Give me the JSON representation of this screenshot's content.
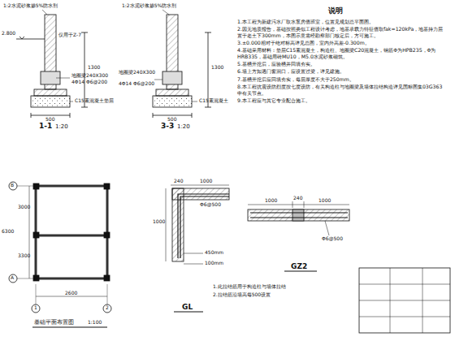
{
  "diagram": {
    "labels": [
      "1:2水泥砂浆掺5%防水剂",
      "2.800",
      "仅用于Z-7",
      "地圈梁240X300",
      "4Φ14 Φ6@200",
      "C15素混凝土垫层",
      "1300",
      "500",
      "1-1",
      "1:20",
      "1:2水泥砂浆掺5%防水剂",
      "地圈梁240X300",
      "4Φ14 Φ6@200",
      "C15素混凝土",
      "1300",
      "500",
      "3-3",
      "1:20",
      "说明",
      "1.本工程为新建污水厂取水泵房值班室，位置见规划总平面图。",
      "2.因无地质报告，基础按照类似工程设计考虑，地基承载力特征值取fak=120kPa，地基持力层置于老土下300mm，本图示意需经勘察部门核定后，方可施工。",
      "3.±0.000相对于绝对标高详见总图，室内外高差-0.300m。",
      "4.基础采用材料：垫层C15素混凝土，构造柱、地圈梁C20混凝土，钢筋Φ为HPB235，Φ为HRB335，基础用砖MU10，M5.0水泥砂浆砌筑。",
      "5.基槽开挖后，应验槽并回填夯实。",
      "6.墙上方如遇门窗洞口，应设置过梁，详见建施。",
      "7.基槽开挖后应回填夯实，每层厚度不大于250mm。",
      "8.本工程抗震设防烈度按七度设防，有关构造柱与地圈梁及墙体拉结构造详见国标图集03G363中有关节点。",
      "9.本工程应与其它专业配合施工。",
      "B",
      "A",
      "1",
      "2",
      "3000",
      "3300",
      "6300",
      "2600",
      "基础平面布置图",
      "1:100",
      "240",
      "1000",
      "1000",
      "Φ6@500",
      "450mm",
      "100mm",
      "GL",
      "1.此拉结筋用于构造柱与墙体拉结",
      "2.拉结筋沿墙高每500设置",
      "1000",
      "240",
      "1000",
      "Φ6@500",
      "GZ2"
    ]
  }
}
